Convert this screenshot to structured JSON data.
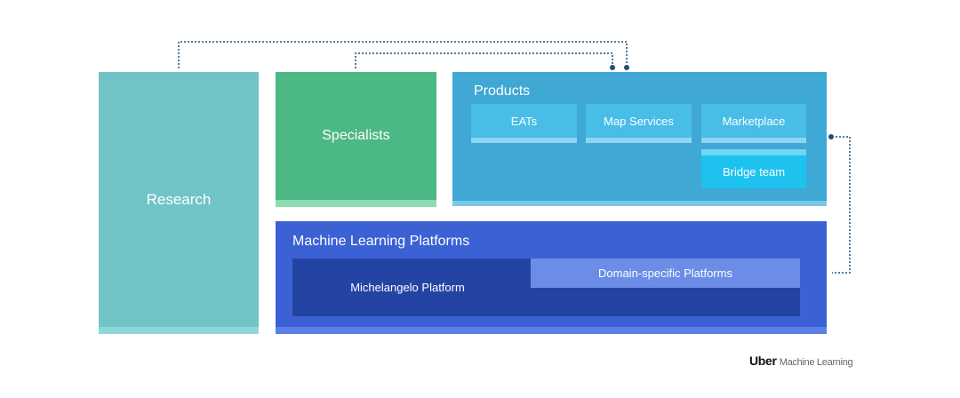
{
  "research": {
    "label": "Research"
  },
  "specialists": {
    "label": "Specialists"
  },
  "products": {
    "title": "Products",
    "teams": [
      {
        "label": "EATs"
      },
      {
        "label": "Map Services"
      },
      {
        "label": "Marketplace"
      },
      {
        "label": "Bridge team"
      }
    ]
  },
  "ml_platforms": {
    "title": "Machine Learning Platforms",
    "michelangelo": "Michelangelo Platform",
    "domain_specific": "Domain-specific Platforms"
  },
  "logo": {
    "brand": "Uber",
    "suffix": "Machine Learning"
  },
  "colors": {
    "research": "#71c4c6",
    "specialists": "#4cb884",
    "products": "#3fa8d4",
    "ml_platforms": "#3b61d4",
    "connector": "#1f4f7a"
  }
}
